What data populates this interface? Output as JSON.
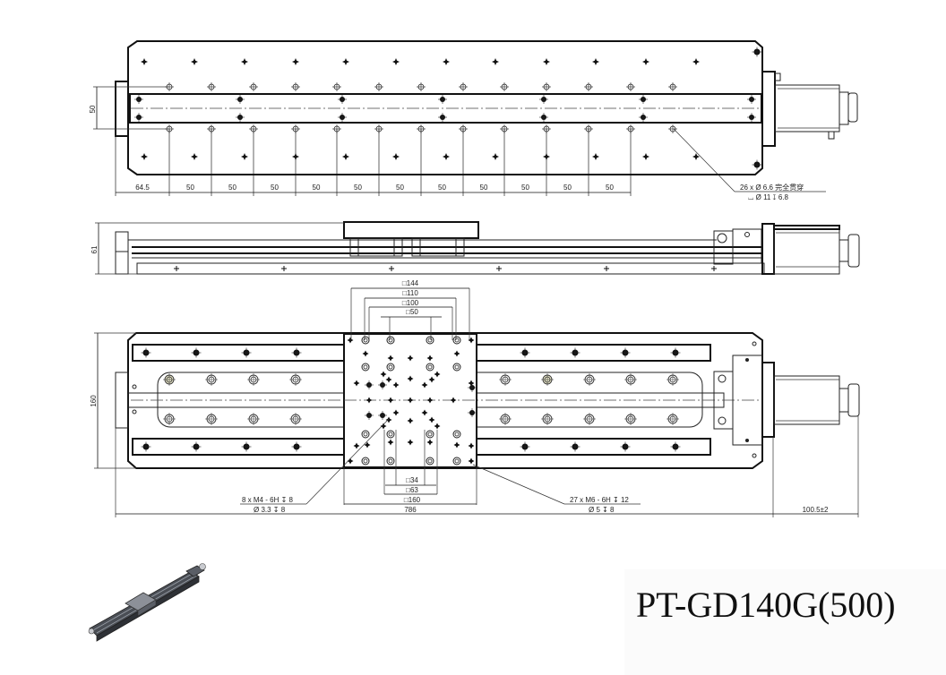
{
  "title": {
    "model": "PT-GD140G(500)"
  },
  "top_view": {
    "height_dim": "50",
    "pitch_dims": [
      "64.5",
      "50",
      "50",
      "50",
      "50",
      "50",
      "50",
      "50",
      "50",
      "50",
      "50",
      "50"
    ],
    "hole_note_line1": "26 x Ø 6.6 完全贯穿",
    "hole_note_line2": "⌴ Ø 11 ↧ 6.8"
  },
  "side_view": {
    "height_dim": "61"
  },
  "bottom_view": {
    "height_dim": "160",
    "carriage_square_dims_top": [
      "□144",
      "□110",
      "□100",
      "□50"
    ],
    "carriage_square_dims_bottom": [
      "□34",
      "□63",
      "□160"
    ],
    "left_note_line1": "8 x  M4 - 6H ↧ 8",
    "left_note_line2": "Ø 3.3 ↧ 8",
    "right_note_line1": "27 x  M6 - 6H ↧ 12",
    "right_note_line2": "Ø 5 ↧ 8",
    "overall_length": "786",
    "motor_length": "100.5±2"
  },
  "colors": {
    "line": "#222222",
    "background": "#ffffff",
    "title_box": "#fbfbfb"
  }
}
